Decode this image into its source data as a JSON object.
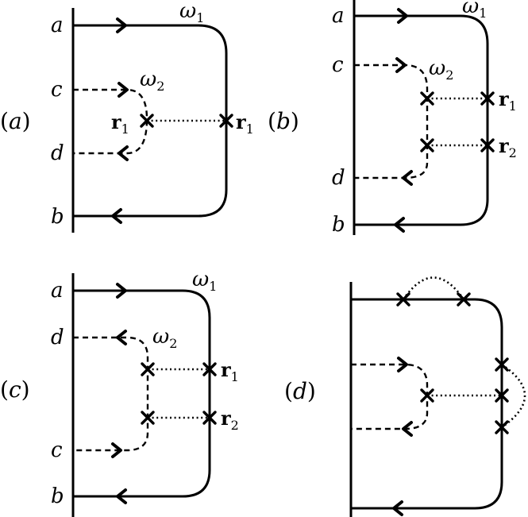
{
  "panels": [
    {
      "label_open": "(",
      "label_letter": "a",
      "label_close": ")",
      "omega1": "ω",
      "omega1_sub": "1",
      "omega2": "ω",
      "omega2_sub": "2",
      "endpoints": [
        "a",
        "c",
        "d",
        "b"
      ],
      "r_left": "r",
      "r_left_sub": "1",
      "r_right": "r",
      "r_right_sub": "1"
    },
    {
      "label_open": "(",
      "label_letter": "b",
      "label_close": ")",
      "omega1": "ω",
      "omega1_sub": "1",
      "omega2": "ω",
      "omega2_sub": "2",
      "endpoints": [
        "a",
        "c",
        "d",
        "b"
      ],
      "r1": "r",
      "r1_sub": "1",
      "r2": "r",
      "r2_sub": "2"
    },
    {
      "label_open": "(",
      "label_letter": "c",
      "label_close": ")",
      "omega1": "ω",
      "omega1_sub": "1",
      "omega2": "ω",
      "omega2_sub": "2",
      "endpoints": [
        "a",
        "d",
        "c",
        "b"
      ],
      "r1": "r",
      "r1_sub": "1",
      "r2": "r",
      "r2_sub": "2"
    },
    {
      "label_open": "(",
      "label_letter": "d",
      "label_close": ")"
    }
  ]
}
